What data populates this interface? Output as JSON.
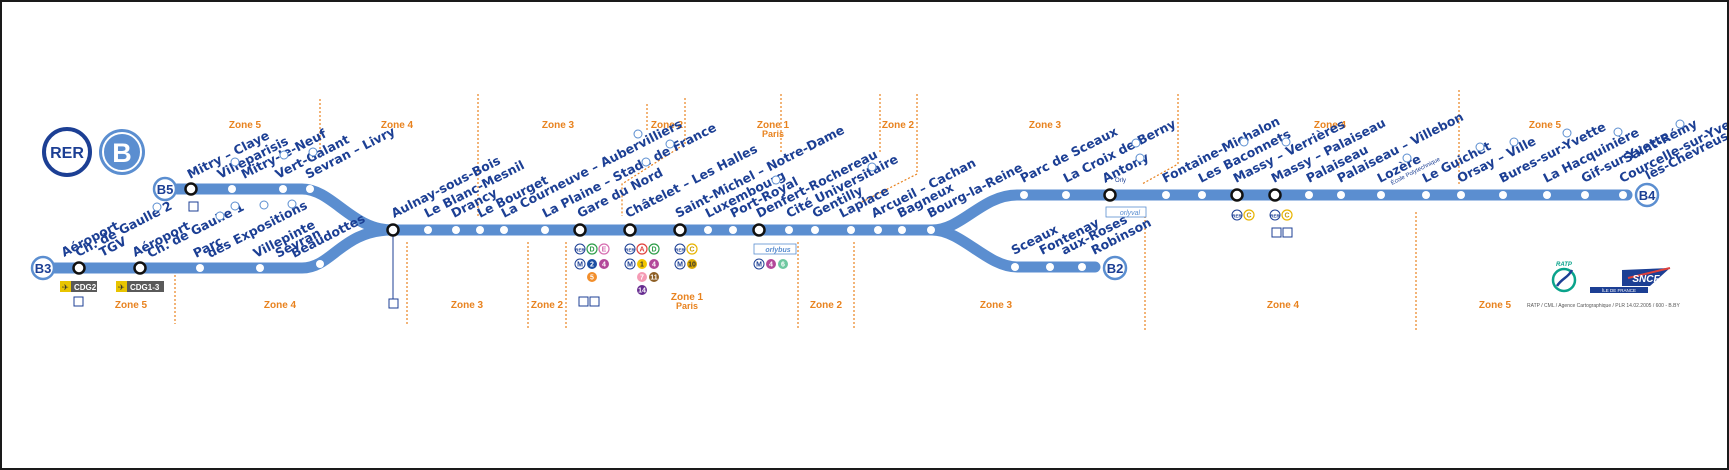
{
  "logo": {
    "rer": "RER",
    "line": "B"
  },
  "colors": {
    "line": "#5b8ed0",
    "text": "#1c3f94",
    "zone": "#e8821e",
    "station": "#ffffff"
  },
  "terminus": {
    "b3": "B3",
    "b5": "B5",
    "b2": "B2",
    "b4": "B4"
  },
  "stations": {
    "aeroport_cdg2_tgv": [
      "Aéroport",
      "Ch. de Gaulle 2",
      "TGV"
    ],
    "aeroport_cdg1": [
      "Aéroport",
      "Ch. de Gaulle 1"
    ],
    "parc_expo": [
      "Parc",
      "des Expositions"
    ],
    "villepinte": "Villepinte",
    "sevran_beaudottes": [
      "Sevran",
      "Beaudottes"
    ],
    "mitry_claye": "Mitry – Claye",
    "villeparisis": [
      "Villeparisis",
      "Mitry-le-Neuf"
    ],
    "vert_galant": "Vert-Galant",
    "sevran_livry": "Sevran – Livry",
    "aulnay": "Aulnay-sous-Bois",
    "blanc_mesnil": "Le Blanc-Mesnil",
    "drancy": "Drancy",
    "le_bourget": "Le Bourget",
    "courneuve": "La Courneuve – Aubervilliers",
    "plaine": "La Plaine – Stade de France",
    "gare_du_nord": "Gare du Nord",
    "chatelet": "Châtelet – Les Halles",
    "st_michel": "Saint-Michel – Notre-Dame",
    "luxembourg": "Luxembourg",
    "port_royal": "Port-Royal",
    "denfert": "Denfert-Rochereau",
    "cite_u": "Cité Universitaire",
    "gentilly": "Gentilly",
    "laplace": "Laplace",
    "arcueil": "Arcueil – Cachan",
    "bagneux": "Bagneux",
    "bourg_la_reine": "Bourg-la-Reine",
    "sceaux": "Sceaux",
    "fontenay": [
      "Fontenay",
      "aux-Roses"
    ],
    "robinson": "Robinson",
    "parc_sceaux": "Parc de Sceaux",
    "croix_berny": "La Croix de Berny",
    "antony": "Antony",
    "antony_sub": "Orly",
    "fontaine_michalon": "Fontaine-Michalon",
    "baconnets": "Les Baconnets",
    "massy_verrieres": "Massy – Verrières",
    "massy_palaiseau": "Massy – Palaiseau",
    "palaiseau": "Palaiseau",
    "palaiseau_villebon": "Palaiseau – Villebon",
    "lozere": "Lozère",
    "lozere_sub": "École Polytechnique",
    "le_guichet": "Le Guichet",
    "orsay_ville": "Orsay – Ville",
    "bures": "Bures-sur-Yvette",
    "hacquiniere": "La Hacquinière",
    "gif": "Gif-sur-Yvette",
    "courcelle": "Courcelle-sur-Yvette",
    "st_remy": [
      "Saint-Rémy",
      "lès-Chevreuse"
    ]
  },
  "zones": {
    "z5_top": "Zone 5",
    "z4_top": "Zone 4",
    "z3_top": "Zone 3",
    "z2_top": "Zone 2",
    "z1_top": "Zone 1",
    "z1_top_sub": "Paris",
    "z2_top_b": "Zone 2",
    "z3_top_b": "Zone 3",
    "z4_top_b": "Zone 4",
    "z5_top_b": "Zone 5",
    "z5_bot": "Zone 5",
    "z4_bot": "Zone 4",
    "z3_bot": "Zone 3",
    "z2_bot": "Zone 2",
    "z1_bot": "Zone 1",
    "z1_bot_sub": "Paris",
    "z2_bot_b": "Zone 2",
    "z3_bot_b": "Zone 3",
    "z4_bot_b": "Zone 4",
    "z5_bot_b": "Zone 5"
  },
  "labels": {
    "cdg2": "CDG2",
    "cdg1": "CDG1-3",
    "orlyval": "orlyval",
    "orlybus": "orlybus",
    "rer_badge": "RER",
    "metro": "M",
    "rer_d": "D",
    "rer_e": "E",
    "rer_a": "A",
    "rer_c": "C",
    "m_gdn": [
      "2",
      "4",
      "5"
    ],
    "m_chatelet": [
      "1",
      "4",
      "7",
      "11",
      "14"
    ],
    "m_stmichel": "10",
    "m_denfert": [
      "4",
      "6"
    ],
    "ratp": "RATP",
    "sncf": "SNCF",
    "idf": "ÎLE DE FRANCE",
    "credit": "RATP / CML / Agence Cartographique / PLR 14.02.2005 / 600 - B.BY"
  }
}
